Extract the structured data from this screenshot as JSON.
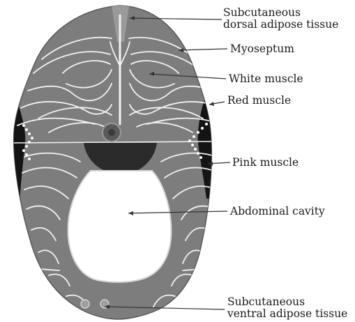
{
  "labels": {
    "dorsal_adipose": [
      "Subcutaneous",
      "dorsal adipose tissue"
    ],
    "myoseptum": "Myoseptum",
    "white_muscle": "White muscle",
    "red_muscle": "Red muscle",
    "pink_muscle": "Pink muscle",
    "abdominal_cavity": "Abdominal cavity",
    "ventral_adipose": [
      "Subcutaneous",
      "ventral adipose tissue"
    ]
  },
  "colors": {
    "tissue": "#7d7d7d",
    "tissue_dark": "#5e5e5e",
    "myoseptum_lines": "#f2f2f2",
    "red_muscle": "#141414",
    "cavity": "#ffffff",
    "kidney_region": "#2b2b2b",
    "pointer": "#333333"
  }
}
